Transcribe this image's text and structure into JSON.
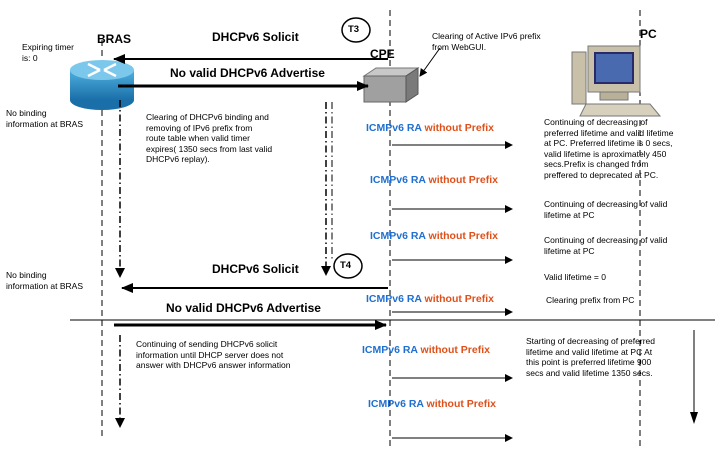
{
  "participants": {
    "bras": "BRAS",
    "cpe": "CPE",
    "pc": "PC"
  },
  "markers": {
    "t3": "T3",
    "t4": "T4"
  },
  "messages": {
    "solicit": "DHCPv6 Solicit",
    "advertise": "No valid DHCPv6 Advertise"
  },
  "ra": {
    "prefix_part": "ICMPv6 RA",
    "without_part": "without Prefix"
  },
  "notes": {
    "expiring_timer_1": "Expiring timer",
    "expiring_timer_2": "is:  0",
    "no_binding_1": "No binding",
    "no_binding_2": "information at BRAS",
    "webgui_1": "Clearing of Active IPv6 prefix",
    "webgui_2": "from WebGUI.",
    "bras_clear_1": "Clearing of DHCPv6 binding and",
    "bras_clear_2": "removing of IPv6 prefix from",
    "bras_clear_3": "route table when valid timer",
    "bras_clear_4": "expires( 1350 secs from last valid",
    "bras_clear_5": "DHCPv6 replay).",
    "cont_solicit_1": "Continuing of sending DHCPv6 solicit",
    "cont_solicit_2": "information until DHCP server does not",
    "cont_solicit_3": "answer with DHCPv6 answer information"
  },
  "pc_notes": {
    "n1_1": "Continuing of decreasing of",
    "n1_2": "preferred lifetime and valid lifetime",
    "n1_3": "at PC. Preferred lifetime is 0 secs,",
    "n1_4": "valid lifetime is aproximately 450",
    "n1_5": "secs.Prefix is changed from",
    "n1_6": "preffered to deprecated at PC.",
    "n2_1": "Continuing of decreasing of valid",
    "n2_2": "lifetime at PC",
    "n4": "Valid lifetime = 0",
    "n5": "Clearing prefix from PC",
    "n6_1": "Starting of decreasing of preferred",
    "n6_2": "lifetime and valid lifetime at PC At",
    "n6_3": "this point is preferred lifetime 900",
    "n6_4": "secs and valid lifetime 1350 secs."
  },
  "colors": {
    "ra_blue": "#1f6fd0",
    "ra_red": "#e0501a",
    "router": "#1a6fa8"
  },
  "icons": [
    "router-icon",
    "cpe-device-icon",
    "pc-icon"
  ]
}
